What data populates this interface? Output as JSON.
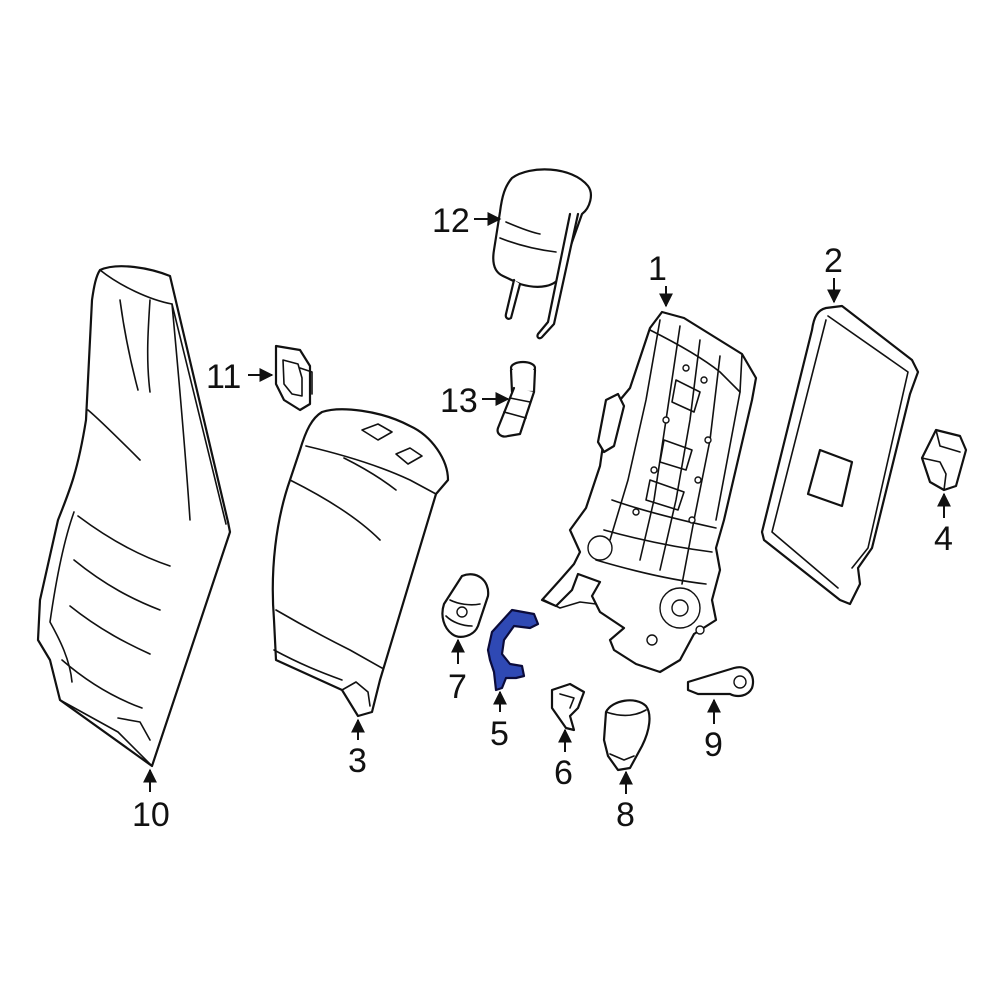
{
  "callouts": {
    "c1": "1",
    "c2": "2",
    "c3": "3",
    "c4": "4",
    "c5": "5",
    "c6": "6",
    "c7": "7",
    "c8": "8",
    "c9": "9",
    "c10": "10",
    "c11": "11",
    "c12": "12",
    "c13": "13"
  },
  "colors": {
    "highlight_part": "#2f49b4",
    "line": "#111111",
    "background": "#ffffff"
  }
}
